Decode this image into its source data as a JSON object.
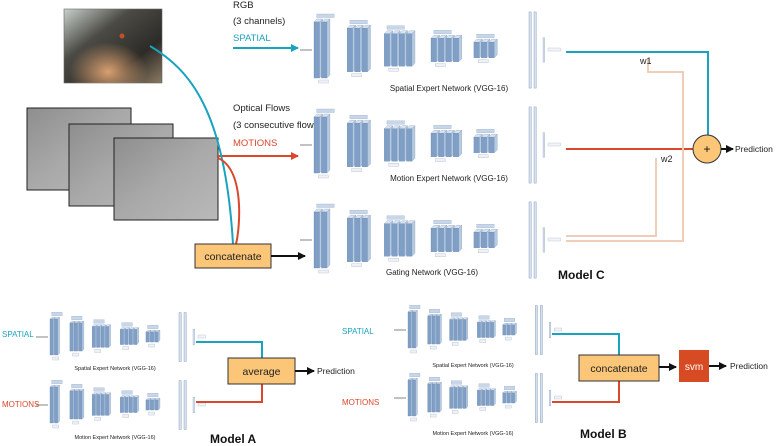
{
  "model_c": {
    "inputs": {
      "rgb_title": "RGB",
      "rgb_sub": "(3 channels)",
      "spatial": "SPATIAL",
      "flow_title": "Optical Flows",
      "flow_sub": "(3 consecutive flows)",
      "motions": "MOTIONS"
    },
    "networks": {
      "spatial": "Spatial Expert Network (VGG-16)",
      "motion": "Motion Expert Network (VGG-16)",
      "gating": "Gating Network (VGG-16)"
    },
    "concatenate": "concatenate",
    "w1": "w1",
    "w2": "w2",
    "plus": "+",
    "prediction": "Prediction",
    "title": "Model C"
  },
  "model_a": {
    "spatial": "SPATIAL",
    "motions": "MOTIONS",
    "spatial_net": "Spatial Expert Network (VGG-16)",
    "motion_net": "Motion Expert Network (VGG-16)",
    "average": "average",
    "prediction": "Prediction",
    "title": "Model A"
  },
  "model_b": {
    "spatial": "SPATIAL",
    "motions": "MOTIONS",
    "spatial_net": "Spatial Expert Network (VGG-16)",
    "motion_net": "Motion Expert Network (VGG-16)",
    "concatenate": "concatenate",
    "svm": "svm",
    "prediction": "Prediction",
    "title": "Model B"
  },
  "colors": {
    "spatial": "#1aa3be",
    "motion": "#d9482b",
    "gate": "#efcdb8",
    "box_fill": "#fbc678",
    "box_stroke": "#333333",
    "svm_fill": "#d64b23",
    "block_front": "#7f9fc6",
    "block_side": "#b6cae2",
    "block_top": "#d7e3f1"
  }
}
